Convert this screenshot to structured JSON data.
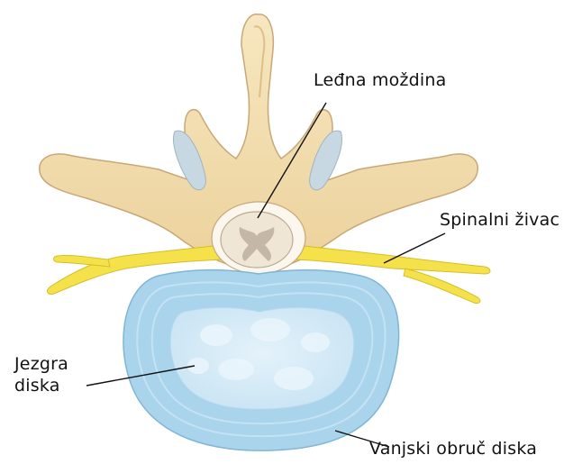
{
  "labels": {
    "spinal_cord": "Leđna moždina",
    "spinal_nerve": "Spinalni živac",
    "nucleus_line1": "Jezgra",
    "nucleus_line2": "diska",
    "annulus": "Vanjski obruč diska"
  },
  "colors": {
    "bone": "#f3dfb0",
    "bone_outline": "#c9a877",
    "nerve": "#f5e24a",
    "cord": "#f1ece4",
    "disc_outer": "#a9d4ec",
    "disc_inner": "#d6ebf7"
  }
}
